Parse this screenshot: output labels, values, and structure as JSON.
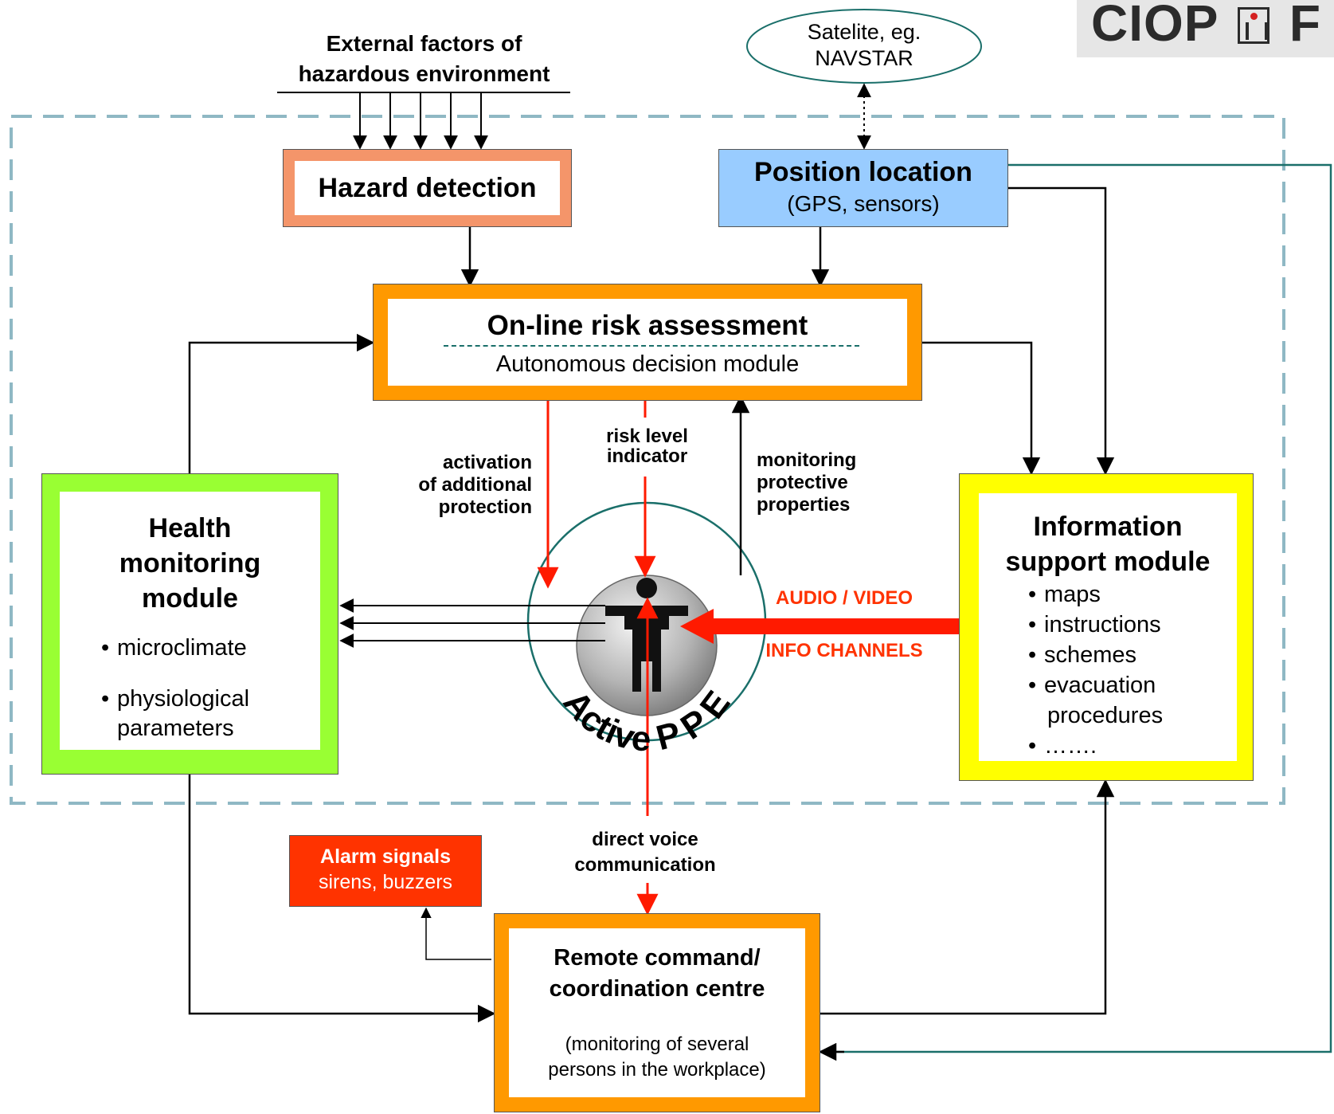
{
  "logo": {
    "text": "CIOP",
    "tail": "F"
  },
  "external_factors": {
    "line1": "External factors of",
    "line2": "hazardous environment"
  },
  "satellite": {
    "line1": "Satelite, eg.",
    "line2": "NAVSTAR"
  },
  "hazard_detection": {
    "title": "Hazard detection"
  },
  "position_location": {
    "title": "Position location",
    "subtitle": "(GPS, sensors)"
  },
  "risk_assessment": {
    "title": "On-line risk assessment",
    "subtitle": "Autonomous decision module"
  },
  "health_module": {
    "title_lines": [
      "Health",
      "monitoring",
      "module"
    ],
    "items": [
      "microclimate",
      "physiological"
    ],
    "item_continuation": "parameters"
  },
  "info_module": {
    "title_lines": [
      "Information",
      "support module"
    ],
    "items": [
      "maps",
      "instructions",
      "schemes",
      "evacuation",
      "……."
    ],
    "item_continuation": "procedures"
  },
  "ppe": {
    "label_active": "Active",
    "label_ppe": "P P E"
  },
  "flows": {
    "activation": [
      "activation",
      "of additional",
      "protection"
    ],
    "risk_level": [
      "risk level",
      "indicator"
    ],
    "monitoring": [
      "monitoring",
      "protective",
      "properties"
    ],
    "audio_video": "AUDIO / VIDEO",
    "info_channels": "INFO CHANNELS",
    "direct_voice": [
      "direct voice",
      "communication"
    ]
  },
  "alarm": {
    "title": "Alarm signals",
    "subtitle": "sirens, buzzers"
  },
  "remote_centre": {
    "title_lines": [
      "Remote command/",
      "coordination centre"
    ],
    "note_lines": [
      "(monitoring of several",
      "persons in the workplace)"
    ]
  },
  "colors": {
    "dashed_border": "#8fb8c4",
    "hazard_frame": "#f4956a",
    "position_fill": "#99ccff",
    "risk_frame": "#ff9900",
    "health_frame": "#99ff33",
    "info_frame": "#ffff00",
    "alarm_fill": "#ff3300",
    "red_flow": "#ff1a00",
    "teal_line": "#1a6f6a"
  }
}
